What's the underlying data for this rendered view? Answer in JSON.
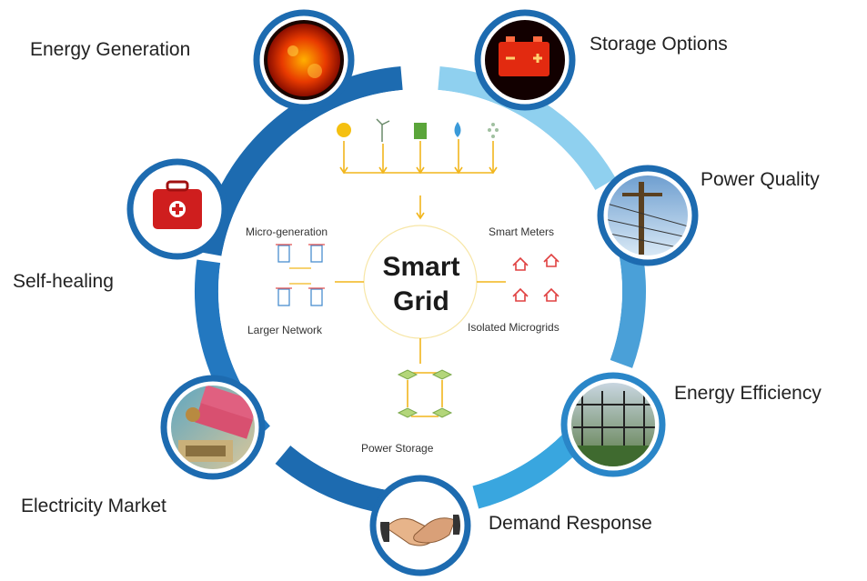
{
  "center": {
    "line1": "Smart",
    "line2": "Grid"
  },
  "outer_labels": {
    "energy_generation": "Energy Generation",
    "storage_options": "Storage Options",
    "power_quality": "Power Quality",
    "self_healing": "Self-healing",
    "energy_efficiency": "Energy Efficiency",
    "electricity_market": "Electricity Market",
    "demand_response": "Demand Response"
  },
  "inner_labels": {
    "micro_generation": "Micro-generation",
    "larger_network": "Larger Network",
    "smart_meters": "Smart Meters",
    "isolated_microgrids": "Isolated Microgrids",
    "power_storage": "Power Storage"
  },
  "icons": {
    "energy_generation": "sun-icon",
    "storage_options": "battery-icon",
    "power_quality": "power-pole-icon",
    "self_healing": "first-aid-kit-icon",
    "energy_efficiency": "substation-icon",
    "electricity_market": "money-icon",
    "demand_response": "handshake-icon"
  },
  "colors": {
    "ring_dark": "#1d6bb0",
    "ring_light": "#8fd0ef",
    "arrow": "#f2b61c"
  }
}
